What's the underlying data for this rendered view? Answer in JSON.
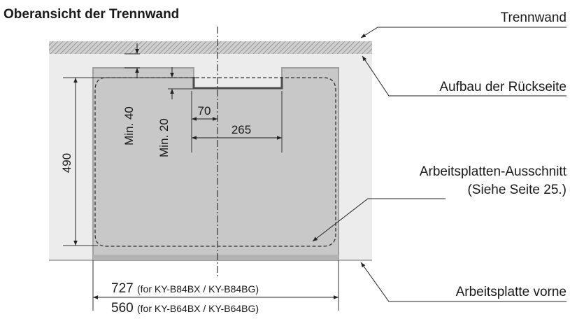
{
  "title": "Oberansicht der Trennwand",
  "labels": {
    "partition": "Trennwand",
    "rear_structure": "Aufbau der Rückseite",
    "cutout_line1": "Arbeitsplatten-Ausschnitt",
    "cutout_line2": "(Siehe Seite 25.)",
    "front_worktop": "Arbeitsplatte vorne"
  },
  "dimensions": {
    "depth": "490",
    "min_40": "Min. 40",
    "min_20": "Min. 20",
    "notch_offset": "70",
    "notch_width": "265",
    "width_1_value": "727",
    "width_1_models": "(for KY-B84BX / KY-B84BG)",
    "width_2_value": "560",
    "width_2_models": "(for KY-B64BX / KY-B64BG)"
  },
  "colors": {
    "worktop": "#ececec",
    "hob": "#c8c8c8",
    "hob_edge": "#9a9a9a",
    "notch_edge": "#555555",
    "partition_hatch": "#9b9b9b"
  }
}
